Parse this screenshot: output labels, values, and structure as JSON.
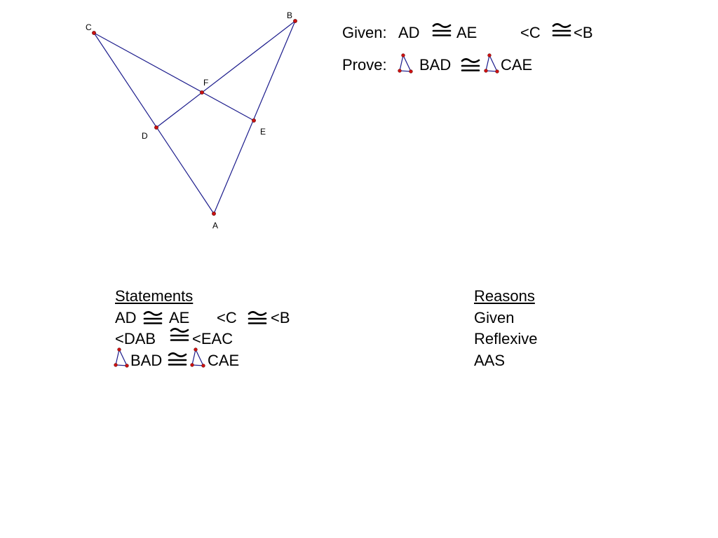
{
  "figure": {
    "points": [
      {
        "label": "A"
      },
      {
        "label": "B"
      },
      {
        "label": "C"
      },
      {
        "label": "D"
      },
      {
        "label": "E"
      },
      {
        "label": "F"
      }
    ],
    "segments": [
      "C-A",
      "B-A",
      "C-E",
      "B-D"
    ],
    "line_color": "#1c1c8c",
    "point_color": "#cc1111"
  },
  "given": {
    "prefix": "Given:",
    "s1": "AD",
    "s2": "AE",
    "a1": "<C",
    "a2": "<B"
  },
  "prove": {
    "prefix": "Prove:",
    "t1": "BAD",
    "t2": "CAE"
  },
  "proof": {
    "statements_header": "Statements",
    "reasons_header": "Reasons",
    "row1": {
      "s1": "AD",
      "s2": "AE",
      "a1": "<C",
      "a2": "<B",
      "reason": "Given"
    },
    "row2": {
      "a1": "<DAB",
      "a2": "<EAC",
      "reason": "Reflexive"
    },
    "row3": {
      "t1": "BAD",
      "t2": "CAE",
      "reason": "AAS"
    }
  },
  "symbols": {
    "congruent": "congruent-icon",
    "triangle": "triangle-icon"
  }
}
